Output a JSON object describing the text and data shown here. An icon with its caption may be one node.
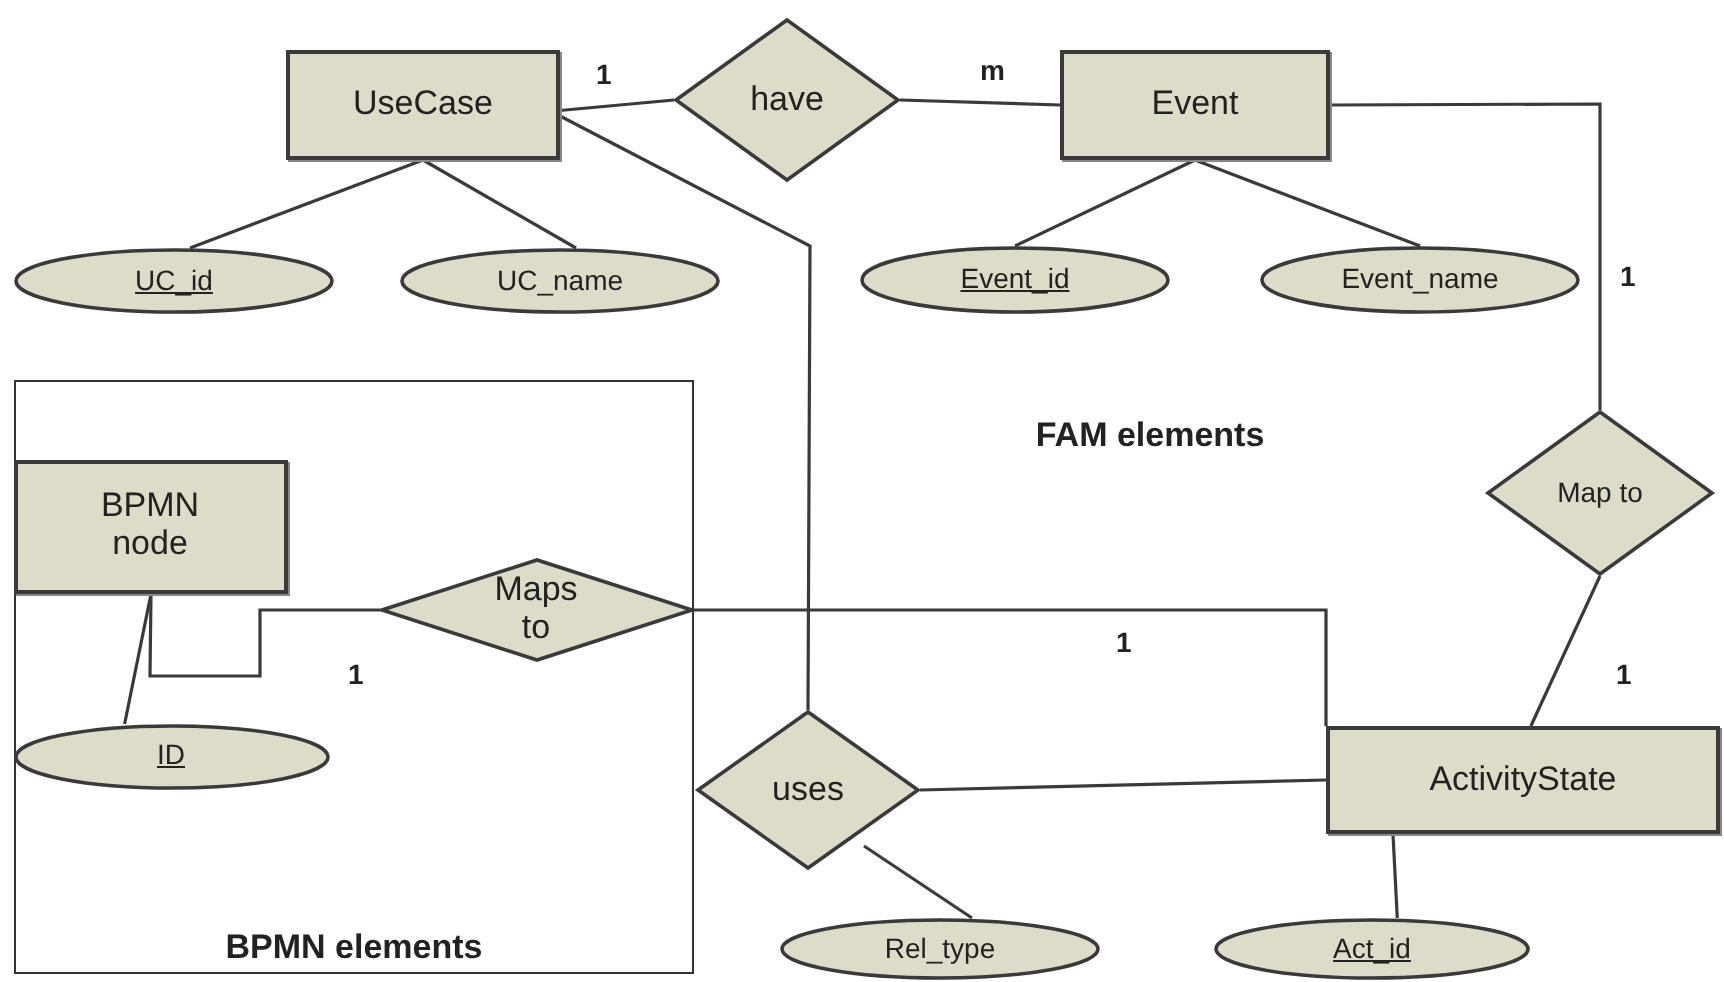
{
  "diagram": {
    "nodes": [
      {
        "text": [
          "UseCase"
        ]
      },
      {
        "text": [
          "have"
        ]
      },
      {
        "text": [
          "Event"
        ]
      },
      {
        "text": [
          "UC_id"
        ]
      },
      {
        "text": [
          "UC_name"
        ]
      },
      {
        "text": [
          "Event_id"
        ]
      },
      {
        "text": [
          "Event_name"
        ]
      },
      {
        "text": [
          "Map to"
        ]
      },
      {
        "text": [
          "BPMN elements"
        ]
      },
      {
        "text": [
          "BPMN node"
        ],
        "in": 8
      },
      {
        "text": [
          "Maps to"
        ],
        "in": 8
      },
      {
        "text": [
          "ID"
        ],
        "in": 8
      },
      {
        "text": [
          "uses"
        ]
      },
      {
        "text": [
          "ActivityState"
        ]
      },
      {
        "text": [
          "Rel_type"
        ]
      },
      {
        "text": [
          "Act_id"
        ]
      }
    ],
    "edges": [
      {
        "from": 0,
        "to": 1,
        "arrow": "none",
        "label": "1"
      },
      {
        "from": 1,
        "to": 2,
        "arrow": "none",
        "label": "m"
      },
      {
        "from": 0,
        "to": 3,
        "arrow": "none"
      },
      {
        "from": 0,
        "to": 4,
        "arrow": "none"
      },
      {
        "from": 2,
        "to": 5,
        "arrow": "none"
      },
      {
        "from": 2,
        "to": 6,
        "arrow": "none"
      },
      {
        "from": 2,
        "to": 7,
        "arrow": "none",
        "label": "1"
      },
      {
        "from": 7,
        "to": 13,
        "arrow": "none",
        "label": "1"
      },
      {
        "from": 9,
        "to": 11,
        "arrow": "none"
      },
      {
        "from": 9,
        "to": 10,
        "arrow": "none",
        "label": "1"
      },
      {
        "from": 10,
        "to": 13,
        "arrow": "none",
        "label": "1"
      },
      {
        "from": 0,
        "to": 12,
        "arrow": "none"
      },
      {
        "from": 12,
        "to": 13,
        "arrow": "none"
      },
      {
        "from": 12,
        "to": 14,
        "arrow": "none"
      },
      {
        "from": 13,
        "to": 15,
        "arrow": "none"
      }
    ],
    "labels": [
      "FAM elements"
    ]
  }
}
